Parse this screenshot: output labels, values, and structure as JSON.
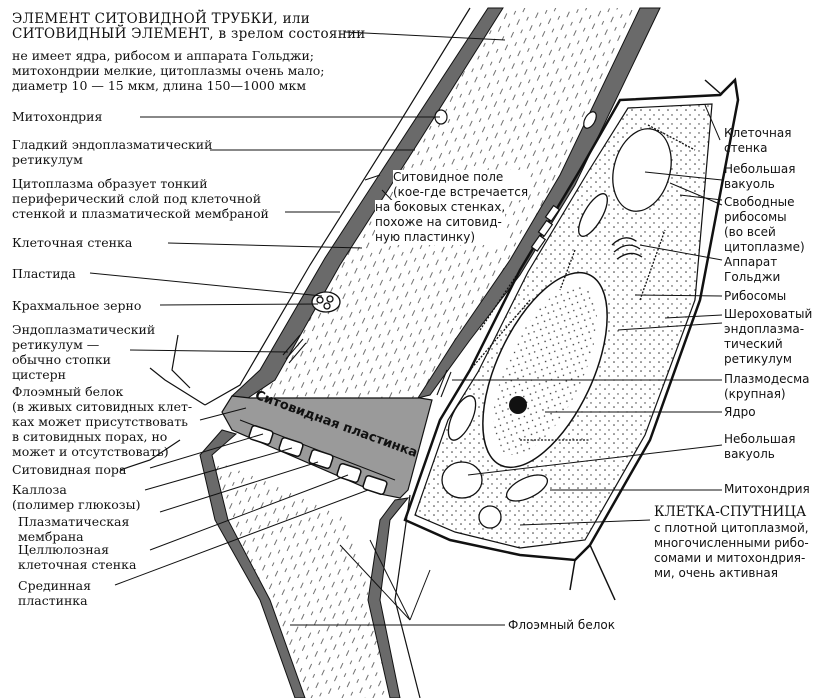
{
  "left_labels": {
    "sieve_element": [
      "ЭЛЕМЕНТ СИТОВИДНОЙ ТРУБКИ, или",
      "СИТОВИДНЫЙ ЭЛЕМЕНТ, в зрелом состоянии",
      "не имеет ядра, рибосом и аппарата Гольджи;",
      "митохондрии мелкие, цитоплазмы очень мало;",
      "диаметр 10 — 15 мкм, длина 150—1000 мкм"
    ],
    "mitochondrion": "Митохондрия",
    "smooth_er": [
      "Гладкий эндоплазматический",
      "ретикулум"
    ],
    "cytoplasm_layer": [
      "Цитоплазма образует тонкий",
      "периферический слой под клеточной",
      "стенкой и плазматической мембраной"
    ],
    "cell_wall": "Клеточная стенка",
    "plastid": "Пластида",
    "starch_grain": "Крахмальное зерно",
    "er_stacks": [
      "Эндоплазматический",
      "ретикулум —",
      "обычно стопки",
      "цистерн"
    ],
    "phloem_protein": [
      "Флоэмный белок",
      "(в живых ситовидных клет-",
      "ках может присутствовать",
      "в ситовидных порах, но",
      "может и отсутствовать)"
    ],
    "sieve_pore": "Ситовидная пора",
    "callose": [
      "Каллоза",
      "(полимер глюкозы)"
    ],
    "plasma_membrane": [
      "Плазматическая",
      "мембрана"
    ],
    "cellulose_wall": [
      "Целлюлозная",
      "клеточная стенка"
    ],
    "middle_lamella": [
      "Срединная",
      "пластинка"
    ]
  },
  "center_labels": {
    "sieve_field": [
      "Ситовидное поле",
      "(кое-где встречается",
      "на боковых стенках,",
      "похоже на ситовид-",
      "ную пластинку)"
    ],
    "sieve_plate": "Ситовидная пластинка",
    "phloem_protein_bottom": "Флоэмный белок"
  },
  "right_labels": {
    "cell_wall": [
      "Клеточная",
      "стенка"
    ],
    "small_vacuole_top": [
      "Небольшая",
      "вакуоль"
    ],
    "free_ribosomes": [
      "Свободные",
      "рибосомы",
      "(во всей",
      "цитоплазме)"
    ],
    "golgi": [
      "Аппарат",
      "Гольджи"
    ],
    "ribosomes": "Рибосомы",
    "rough_er": [
      "Шероховатый",
      "эндоплазма-",
      "тический",
      "ретикулум"
    ],
    "plasmodesma": [
      "Плазмодесма",
      "(крупная)"
    ],
    "nucleus": "Ядро",
    "small_vacuole_bottom": [
      "Небольшая",
      "вакуоль"
    ],
    "mitochondrion": "Митохондрия",
    "companion_cell": [
      "КЛЕТКА-СПУТНИЦА",
      "с плотной цитоплазмой,",
      "многочисленными рибо-",
      "сомами и митохондрия-",
      "ми, очень активная"
    ]
  }
}
